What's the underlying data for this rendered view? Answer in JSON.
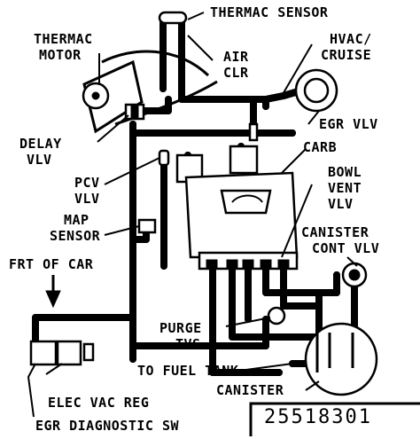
{
  "labels": {
    "thermac_sensor": "THERMAC SENSOR",
    "thermac_motor_1": "THERMAC",
    "thermac_motor_2": "MOTOR",
    "air_clr_1": "AIR",
    "air_clr_2": "CLR",
    "hvac_cruise_1": "HVAC/",
    "hvac_cruise_2": "CRUISE",
    "egr_vlv": "EGR VLV",
    "carb": "CARB",
    "delay_vlv_1": "DELAY",
    "delay_vlv_2": "VLV",
    "pcv_vlv_1": "PCV",
    "pcv_vlv_2": "VLV",
    "bowl_vent_1": "BOWL",
    "bowl_vent_2": "VENT",
    "bowl_vent_3": "VLV",
    "map_sensor_1": "MAP",
    "map_sensor_2": "SENSOR",
    "canister_cont_1": "CANISTER",
    "canister_cont_2": "CONT VLV",
    "frt_of_car": "FRT OF CAR",
    "purge_tvs_1": "PURGE",
    "purge_tvs_2": "TVS",
    "to_fuel_tank": "TO FUEL TANK",
    "canister": "CANISTER",
    "elec_vac_reg": "ELEC VAC REG",
    "egr_diag_sw": "EGR DIAGNOSTIC SW"
  },
  "reference_number": "25518301"
}
